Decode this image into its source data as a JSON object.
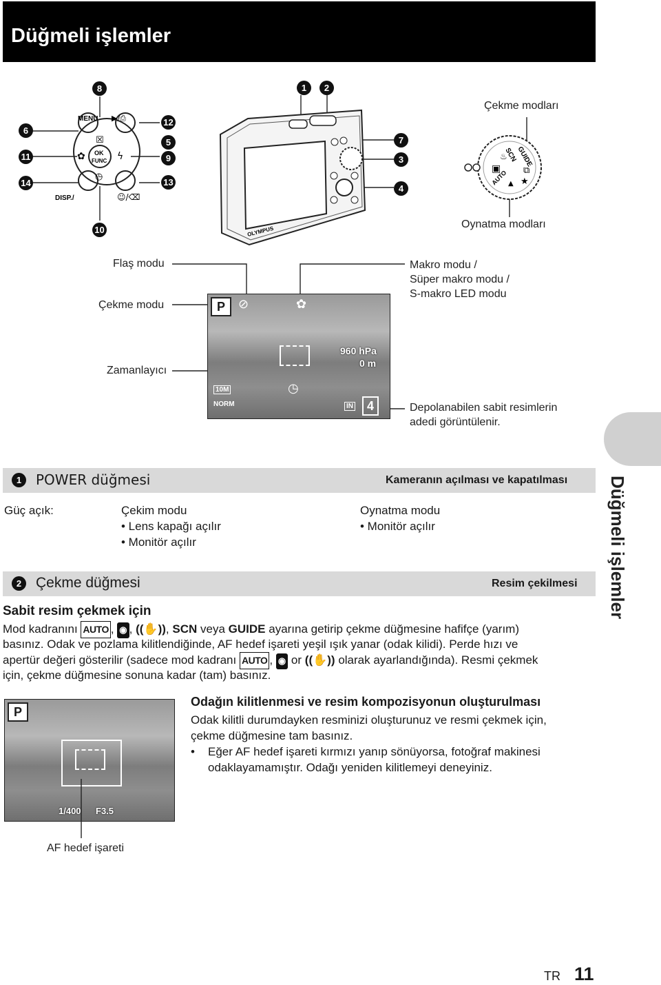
{
  "header": {
    "title": "Düğmeli işlemler"
  },
  "callouts": {
    "n1": "1",
    "n2": "2",
    "n3": "3",
    "n4": "4",
    "n5": "5",
    "n6": "6",
    "n7": "7",
    "n8": "8",
    "n9": "9",
    "n10": "10",
    "n11": "11",
    "n12": "12",
    "n13": "13",
    "n14": "14"
  },
  "back_panel": {
    "menu_label": "MENU",
    "ok_label": "OK",
    "func_label": "FUNC",
    "disp_label": "DISP./",
    "play_print_label": "▶/⎙"
  },
  "camera": {
    "brand": "OLYMPUS"
  },
  "mode_dial": {
    "top_label": "Çekme modları",
    "bottom_label": "Oynatma modları",
    "dial_texts": [
      "SCN",
      "GUIDE",
      "AUTO"
    ]
  },
  "lcd_labels": {
    "flash_mode": "Flaş modu",
    "shoot_mode": "Çekme modu",
    "self_timer": "Zamanlayıcı",
    "macro_line1": "Makro modu /",
    "macro_line2": "Süper makro modu /",
    "macro_line3": "S-makro LED modu",
    "storage_line1": "Depolanabilen sabit resimlerin",
    "storage_line2": "adedi görüntülenir."
  },
  "lcd_screen": {
    "mode": "P",
    "pressure": "960 hPa",
    "altitude": "0 m",
    "size": "10M",
    "quality": "NORM",
    "memory": "IN",
    "count": "4"
  },
  "side_tab": {
    "label": "Düğmeli işlemler"
  },
  "section1": {
    "number": "1",
    "title": "POWER düğmesi",
    "right": "Kameranın açılması ve kapatılması",
    "power_on": "Güç açık:",
    "shoot_mode": "Çekim modu",
    "shoot_b1": "• Lens kapağı açılır",
    "shoot_b2": "• Monitör açılır",
    "play_mode": "Oynatma modu",
    "play_b1": "• Monitör açılır"
  },
  "section2": {
    "number": "2",
    "title": "Çekme düğmesi",
    "right": "Resim çekilmesi"
  },
  "still": {
    "heading": "Sabit resim çekmek için",
    "p1_a": "Mod kadranını",
    "p1_b": "veya",
    "p1_c": "ayarına getirip çekme düğmesine hafifçe (yarım)",
    "p2": "basınız. Odak ve pozlama kilitlendiğinde, AF hedef işareti yeşil ışık yanar (odak kilidi). Perde hızı ve",
    "p3_a": "apertür değeri gösterilir (sadece mod kadranı",
    "p3_b": "or",
    "p3_c": "olarak ayarlandığında). Resmi çekmek",
    "p4": "için, çekme düğmesine sonuna kadar (tam) basınız.",
    "icon_auto": "AUTO",
    "icon_scn": "SCN",
    "icon_guide": "GUIDE"
  },
  "focus_lock": {
    "title": "Odağın kilitlenmesi ve resim kompozisyonun oluşturulması",
    "l1": "Odak kilitli durumdayken resminizi oluşturunuz ve resmi çekmek için,",
    "l2": "çekme düğmesine tam basınız.",
    "b1_l1": "Eğer AF hedef işareti kırmızı yanıp sönüyorsa, fotoğraf makinesi",
    "b1_l2": "odaklayamamıştır. Odağı yeniden kilitlemeyi deneyiniz."
  },
  "preview": {
    "mode": "P",
    "shutter": "1/400",
    "aperture": "F3.5",
    "af_label": "AF hedef işareti"
  },
  "footer": {
    "lang": "TR",
    "page": "11"
  }
}
